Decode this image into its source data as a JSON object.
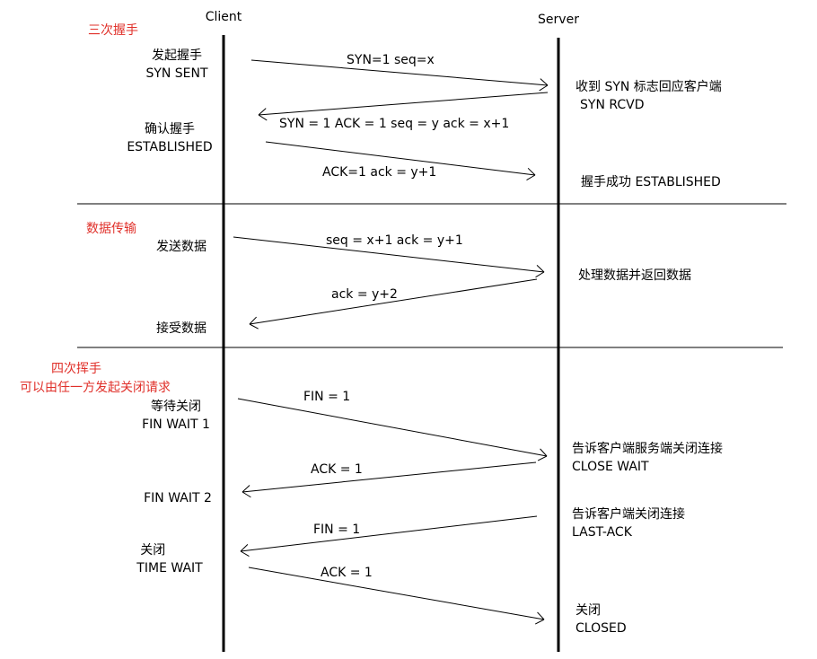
{
  "participants": {
    "client": "Client",
    "server": "Server"
  },
  "sections": {
    "handshake": "三次握手",
    "transfer": "数据传输",
    "teardown": "四次挥手",
    "teardown_note": "可以由任一方发起关闭请求"
  },
  "client_states": [
    [
      "发起握手",
      "SYN SENT"
    ],
    [
      "确认握手",
      "ESTABLISHED"
    ],
    [
      "发送数据"
    ],
    [
      "接受数据"
    ],
    [
      "等待关闭",
      "FIN WAIT 1"
    ],
    [
      "FIN WAIT 2"
    ],
    [
      "关闭",
      "TIME WAIT"
    ]
  ],
  "server_states": [
    [
      "收到 SYN 标志回应客户端",
      "SYN RCVD"
    ],
    [
      "握手成功 ESTABLISHED"
    ],
    [
      "处理数据并返回数据"
    ],
    [
      "告诉客户端服务端关闭连接",
      "CLOSE WAIT"
    ],
    [
      "告诉客户端关闭连接",
      "LAST-ACK"
    ],
    [
      "关闭",
      "CLOSED"
    ]
  ],
  "messages": [
    {
      "label": "SYN=1 seq=x",
      "direction": "to-server"
    },
    {
      "label": "SYN = 1 ACK = 1 seq = y ack = x+1",
      "direction": "to-client"
    },
    {
      "label": "ACK=1 ack = y+1",
      "direction": "to-server"
    },
    {
      "label": "seq = x+1 ack = y+1",
      "direction": "to-server"
    },
    {
      "label": "ack = y+2",
      "direction": "to-client"
    },
    {
      "label": "FIN = 1",
      "direction": "to-server"
    },
    {
      "label": "ACK = 1",
      "direction": "to-client"
    },
    {
      "label": "FIN = 1",
      "direction": "to-client"
    },
    {
      "label": "ACK = 1",
      "direction": "to-server"
    }
  ],
  "colors": {
    "line": "#000000",
    "section_label": "#e0302a"
  }
}
